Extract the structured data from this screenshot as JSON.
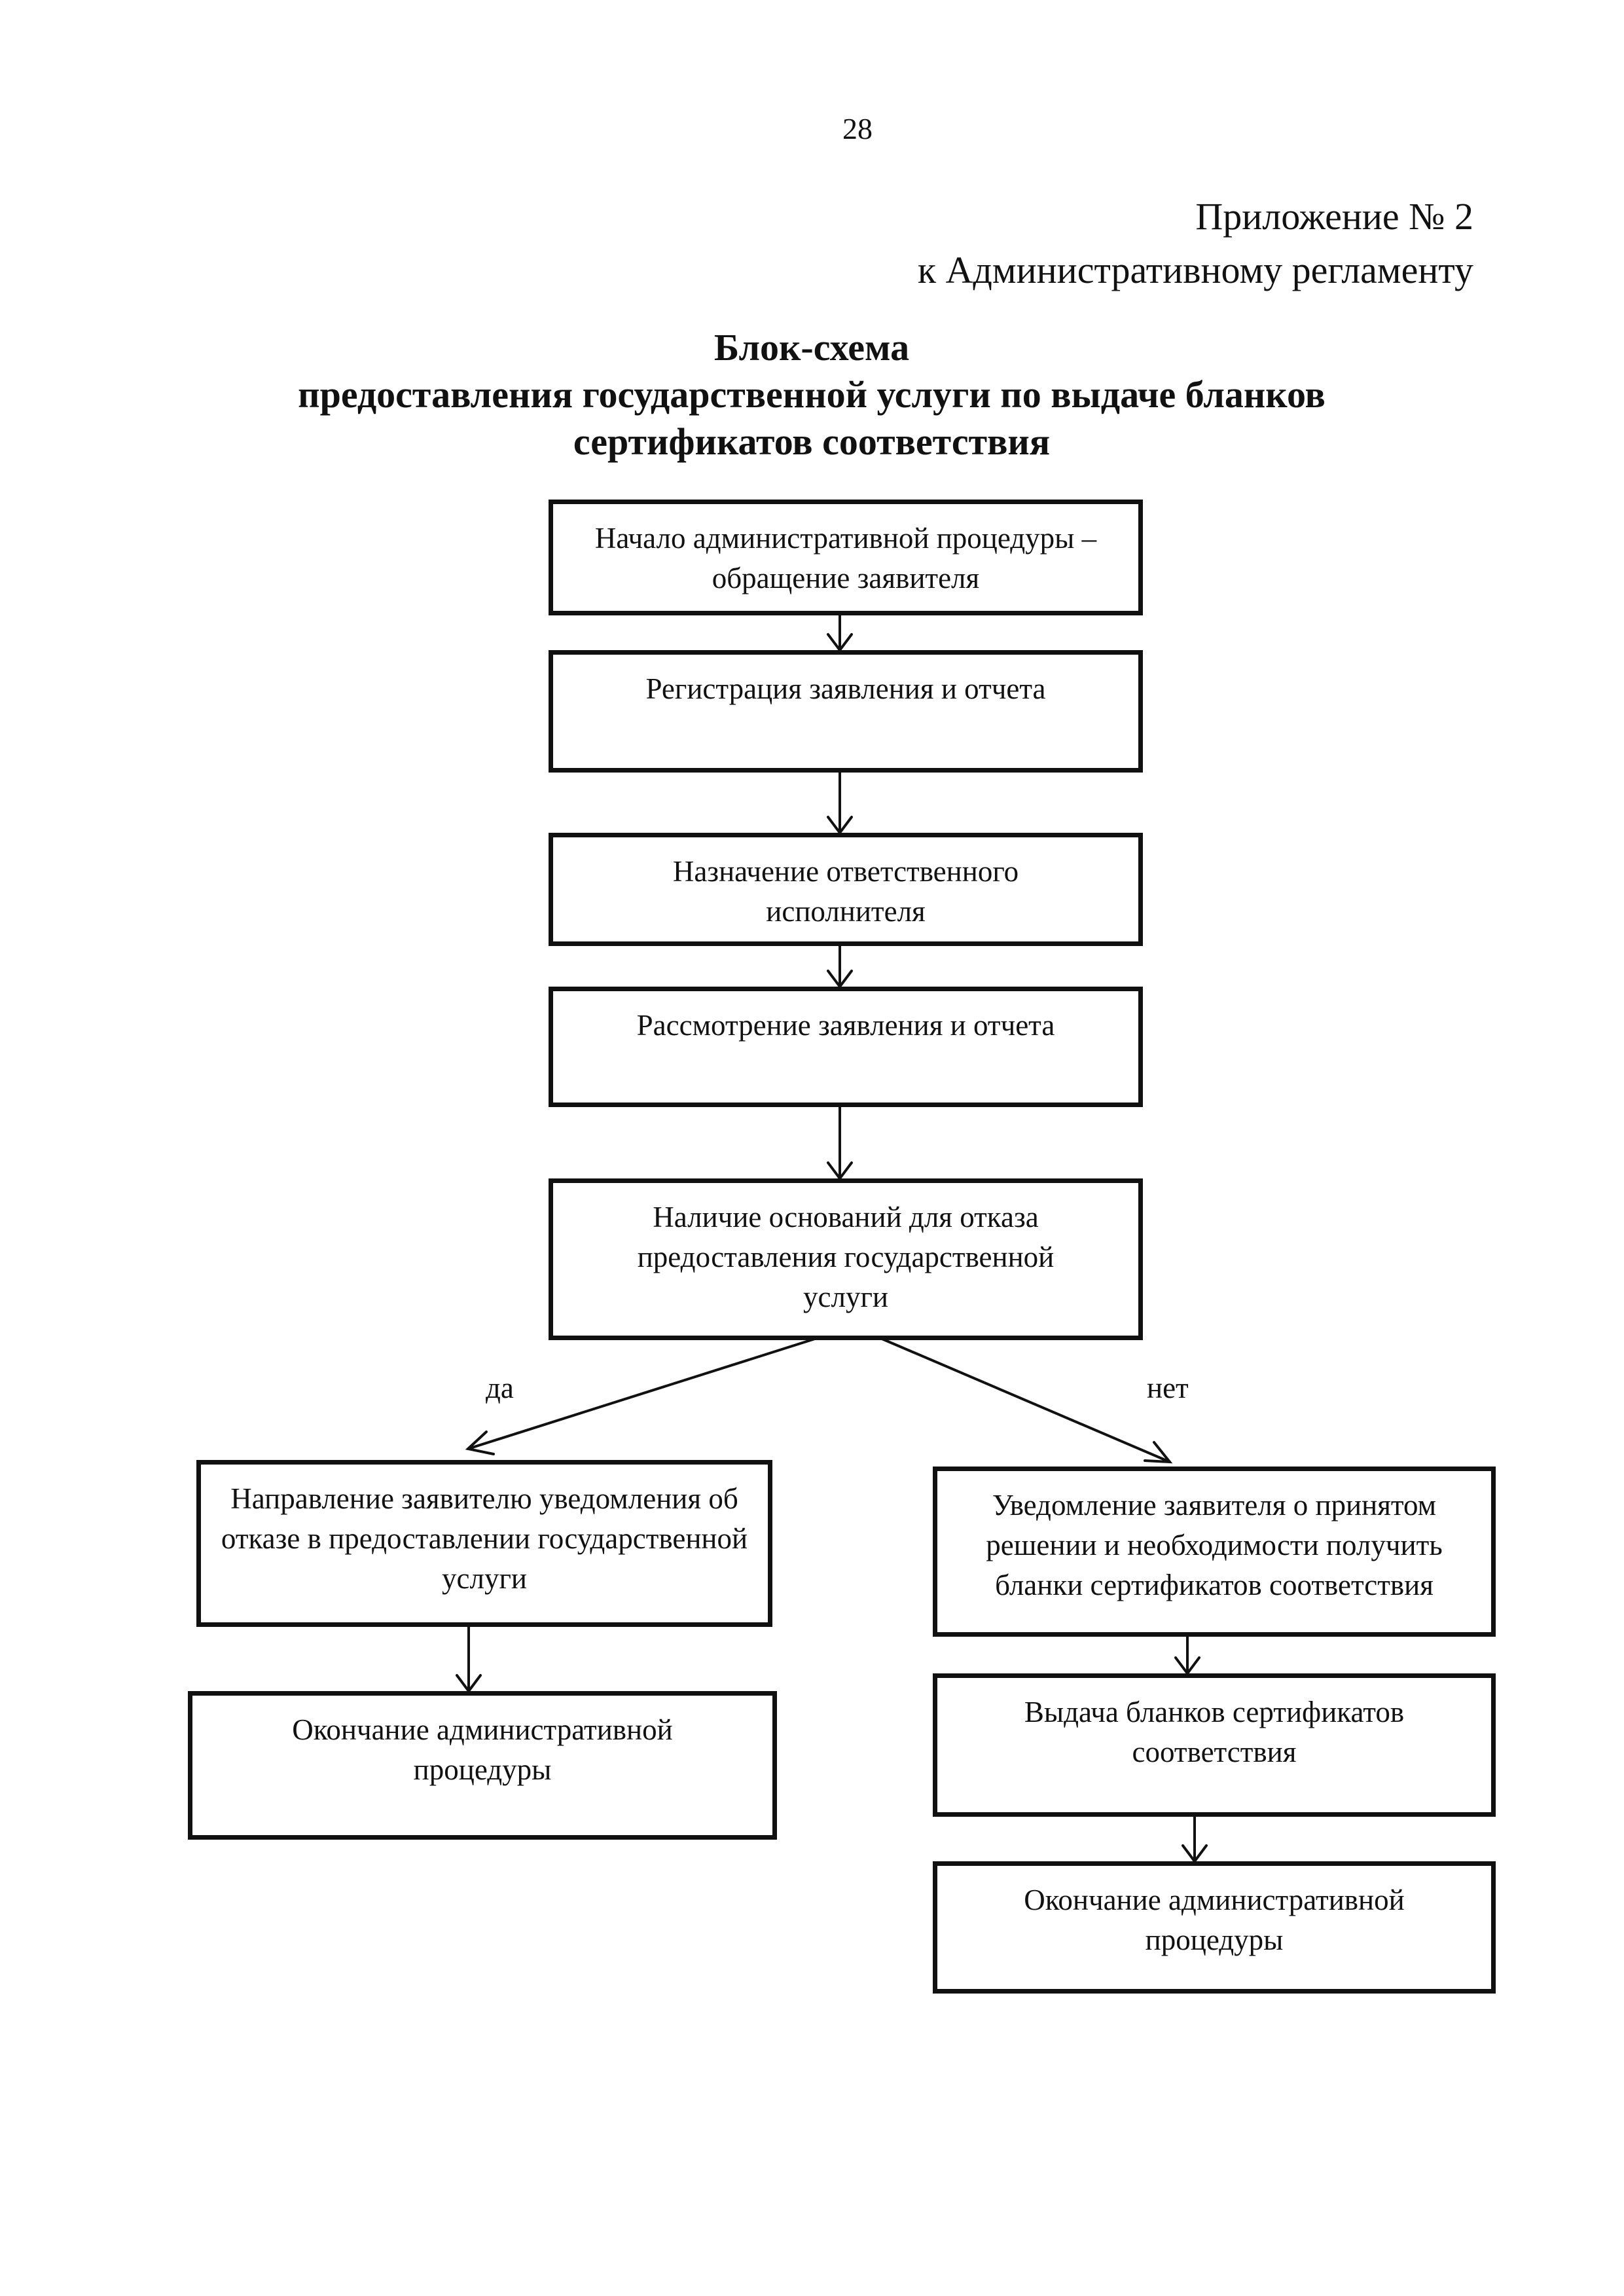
{
  "page_number": "28",
  "appendix": {
    "line1": "Приложение № 2",
    "line2": "к Административному регламенту"
  },
  "title": {
    "line1": "Блок-схема",
    "line2": "предоставления государственной услуги по выдаче бланков",
    "line3": "сертификатов соответствия"
  },
  "flow": {
    "start": "Начало административной процедуры – обращение заявителя",
    "registration": "Регистрация заявления и отчета",
    "assign": "Назначение ответственного исполнителя",
    "review": "Рассмотрение заявления и отчета",
    "decision": "Наличие оснований для отказа предоставления государственной услуги",
    "yes_label": "да",
    "no_label": "нет",
    "refusal_notice": "Направление заявителю уведомления об отказе в предоставлении государственной услуги",
    "end_left": "Окончание административной процедуры",
    "approval_notice": "Уведомление заявителя о принятом решении и необходимости получить бланки сертификатов соответствия",
    "issue_forms": "Выдача бланков сертификатов соответствия",
    "end_right": "Окончание административной процедуры"
  }
}
